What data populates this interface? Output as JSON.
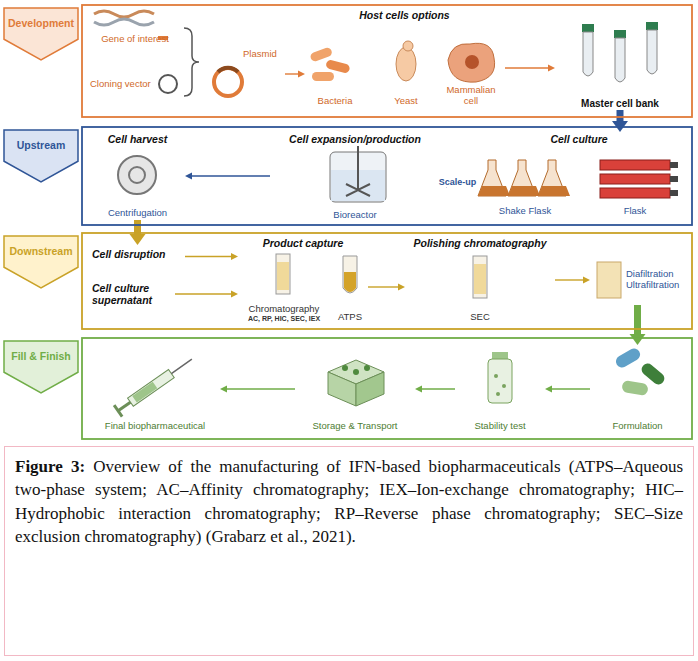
{
  "diagram": {
    "caption": "Figure 3: Overview of the manufacturing of IFN-based biopharmaceuticals (ATPS–Aqueous two-phase system; AC–Affinity chromatography; IEX–Ion-exchange chromatography; HIC–Hydrophobic interaction chromatography; RP–Reverse phase chromatography; SEC–Size exclusion chromatography) (Grabarz et al., 2021).",
    "nodes": [
      {
        "text": [
          "Development"
        ]
      },
      {
        "text": [
          "Gene of interest"
        ],
        "in": 0
      },
      {
        "text": [
          "Cloning vector"
        ],
        "in": 0
      },
      {
        "text": [
          "Plasmid"
        ],
        "in": 0
      },
      {
        "text": [
          "Host cells options"
        ],
        "in": 0
      },
      {
        "text": [
          "Bacteria"
        ],
        "in": 4
      },
      {
        "text": [
          "Yeast"
        ],
        "in": 4
      },
      {
        "text": [
          "Mammalian cell"
        ],
        "in": 4
      },
      {
        "text": [
          "Master cell bank"
        ],
        "in": 0
      },
      {
        "text": [
          "Upstream"
        ]
      },
      {
        "text": [
          "Cell culture"
        ],
        "in": 9
      },
      {
        "text": [
          "Shake Flask"
        ],
        "in": 10
      },
      {
        "text": [
          "Flask"
        ],
        "in": 10
      },
      {
        "text": [
          "Cell expansion/production",
          "Bioreactor"
        ],
        "in": 9
      },
      {
        "text": [
          "Cell harvest",
          "Centrifugation"
        ],
        "in": 9
      },
      {
        "text": [
          "Downstream"
        ]
      },
      {
        "text": [
          "Cell disruption"
        ],
        "in": 15
      },
      {
        "text": [
          "Cell culture supernatant"
        ],
        "in": 15
      },
      {
        "text": [
          "Product capture"
        ],
        "in": 15
      },
      {
        "text": [
          "Chromatography",
          "AC, RP, HIC, SEC, IEX"
        ],
        "in": 18
      },
      {
        "text": [
          "ATPS"
        ],
        "in": 18
      },
      {
        "text": [
          "Polishing chromatography",
          "SEC"
        ],
        "in": 15
      },
      {
        "text": [
          "Diafiltration Ultrafiltration"
        ],
        "in": 15
      },
      {
        "text": [
          "Fill & Finish"
        ]
      },
      {
        "text": [
          "Formulation"
        ],
        "in": 23
      },
      {
        "text": [
          "Stability test"
        ],
        "in": 23
      },
      {
        "text": [
          "Storage & Transport"
        ],
        "in": 23
      },
      {
        "text": [
          "Final biopharmaceutical"
        ],
        "in": 23
      }
    ],
    "edges": [
      {
        "from": 3,
        "to": 5,
        "arrow": "to"
      },
      {
        "from": 7,
        "to": 8,
        "arrow": "to"
      },
      {
        "from": 8,
        "to": 10,
        "arrow": "to"
      },
      {
        "from": 11,
        "to": 13,
        "label": "Scale-up",
        "arrow": "to"
      },
      {
        "from": 13,
        "to": 14,
        "arrow": "to"
      },
      {
        "from": 14,
        "to": 16,
        "arrow": "to"
      },
      {
        "from": 16,
        "to": 19,
        "arrow": "to"
      },
      {
        "from": 17,
        "to": 19,
        "arrow": "to"
      },
      {
        "from": 20,
        "to": 21,
        "arrow": "to"
      },
      {
        "from": 21,
        "to": 22,
        "arrow": "to"
      },
      {
        "from": 22,
        "to": 24,
        "arrow": "to"
      },
      {
        "from": 24,
        "to": 25,
        "arrow": "to"
      },
      {
        "from": 25,
        "to": 26,
        "arrow": "to"
      },
      {
        "from": 26,
        "to": 27,
        "arrow": "to"
      }
    ]
  }
}
